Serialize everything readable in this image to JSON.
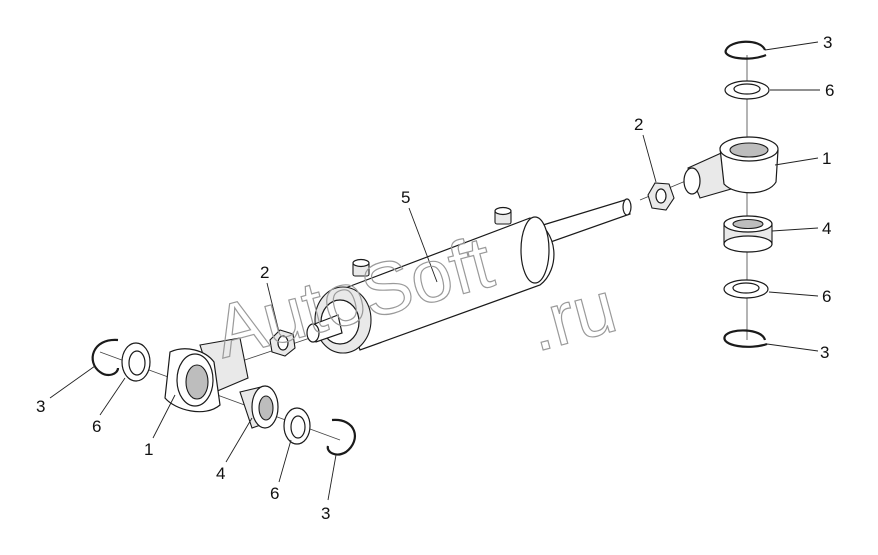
{
  "watermark": {
    "line1": "AutoSoft",
    "line2": ".ru"
  },
  "callouts": {
    "c_left_ring": "3",
    "c_left_washer": "6",
    "c_left_eye": "1",
    "c_left_bushing": "4",
    "c_bottom_washer": "6",
    "c_bottom_ring": "3",
    "c_left_nut": "2",
    "c_cylinder": "5",
    "c_right_nut": "2",
    "c_top_ring": "3",
    "c_top_washer": "6",
    "c_right_eye": "1",
    "c_right_bushing": "4",
    "c_right_washer": "6",
    "c_right_ring": "3"
  }
}
